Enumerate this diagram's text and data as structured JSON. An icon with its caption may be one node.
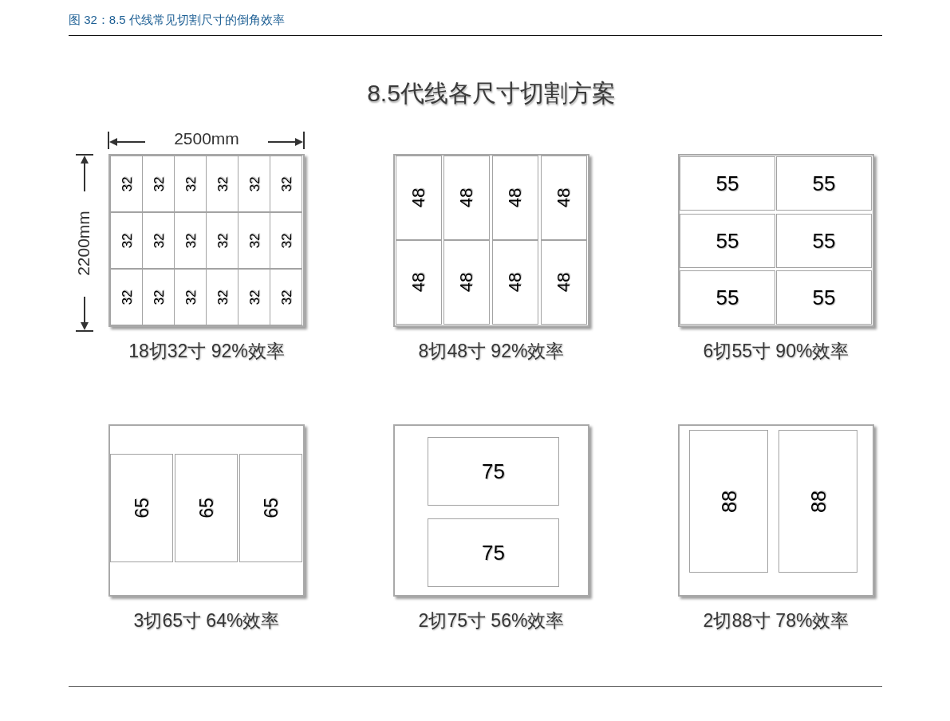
{
  "diagram": {
    "title": "8.5代线各尺寸切割方案",
    "caption": "图 32：8.5 代线常见切割尺寸的倒角效率",
    "nodes": [
      {
        "text": [],
        "shape": "box",
        "beside": [
          "18切32寸 92%效率"
        ]
      },
      {
        "text": [
          "32"
        ],
        "in": 0
      },
      {
        "text": [
          "32"
        ],
        "in": 0
      },
      {
        "text": [
          "32"
        ],
        "in": 0
      },
      {
        "text": [
          "32"
        ],
        "in": 0
      },
      {
        "text": [
          "32"
        ],
        "in": 0
      },
      {
        "text": [
          "32"
        ],
        "in": 0
      },
      {
        "text": [
          "32"
        ],
        "in": 0
      },
      {
        "text": [
          "32"
        ],
        "in": 0
      },
      {
        "text": [
          "32"
        ],
        "in": 0
      },
      {
        "text": [
          "32"
        ],
        "in": 0
      },
      {
        "text": [
          "32"
        ],
        "in": 0
      },
      {
        "text": [
          "32"
        ],
        "in": 0
      },
      {
        "text": [
          "32"
        ],
        "in": 0
      },
      {
        "text": [
          "32"
        ],
        "in": 0
      },
      {
        "text": [
          "32"
        ],
        "in": 0
      },
      {
        "text": [
          "32"
        ],
        "in": 0
      },
      {
        "text": [
          "32"
        ],
        "in": 0
      },
      {
        "text": [
          "32"
        ],
        "in": 0
      },
      {
        "text": [],
        "shape": "box",
        "beside": [
          "8切48寸 92%效率"
        ]
      },
      {
        "text": [
          "48"
        ],
        "in": 19
      },
      {
        "text": [
          "48"
        ],
        "in": 19
      },
      {
        "text": [
          "48"
        ],
        "in": 19
      },
      {
        "text": [
          "48"
        ],
        "in": 19
      },
      {
        "text": [
          "48"
        ],
        "in": 19
      },
      {
        "text": [
          "48"
        ],
        "in": 19
      },
      {
        "text": [
          "48"
        ],
        "in": 19
      },
      {
        "text": [
          "48"
        ],
        "in": 19
      },
      {
        "text": [],
        "shape": "box",
        "beside": [
          "6切55寸 90%效率"
        ]
      },
      {
        "text": [
          "55"
        ],
        "in": 28
      },
      {
        "text": [
          "55"
        ],
        "in": 28
      },
      {
        "text": [
          "55"
        ],
        "in": 28
      },
      {
        "text": [
          "55"
        ],
        "in": 28
      },
      {
        "text": [
          "55"
        ],
        "in": 28
      },
      {
        "text": [
          "55"
        ],
        "in": 28
      },
      {
        "text": [],
        "shape": "box",
        "beside": [
          "3切65寸 64%效率"
        ]
      },
      {
        "text": [
          "65"
        ],
        "in": 35
      },
      {
        "text": [
          "65"
        ],
        "in": 35
      },
      {
        "text": [
          "65"
        ],
        "in": 35
      },
      {
        "text": [],
        "shape": "box",
        "beside": [
          "2切75寸 56%效率"
        ]
      },
      {
        "text": [
          "75"
        ],
        "in": 39
      },
      {
        "text": [
          "75"
        ],
        "in": 39
      },
      {
        "text": [],
        "shape": "box",
        "beside": [
          "2切88寸 78%效率"
        ]
      },
      {
        "text": [
          "88"
        ],
        "in": 42
      },
      {
        "text": [
          "88"
        ],
        "in": 42
      }
    ],
    "labels": [
      "2500mm",
      "2200mm"
    ]
  }
}
